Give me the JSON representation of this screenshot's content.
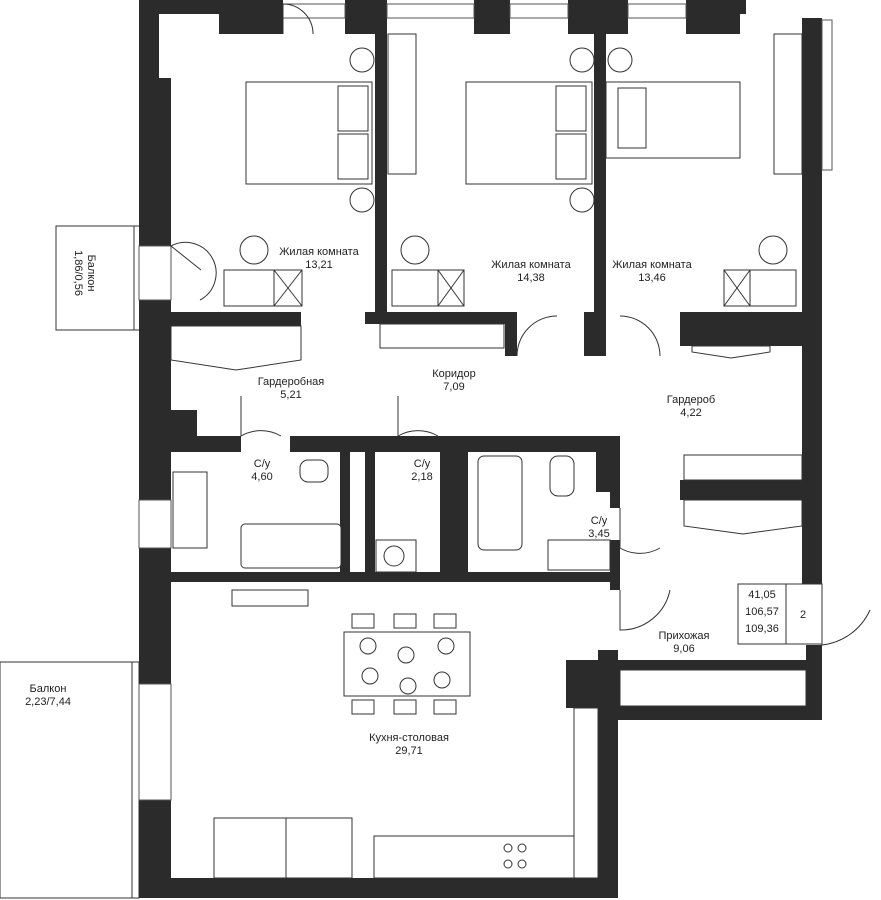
{
  "rooms": [
    {
      "id": "bedroom-1",
      "name": "Жилая комната",
      "area": "13,21"
    },
    {
      "id": "bedroom-2",
      "name": "Жилая комната",
      "area": "14,38"
    },
    {
      "id": "bedroom-3",
      "name": "Жилая комната",
      "area": "13,46"
    },
    {
      "id": "dressing-room",
      "name": "Гардеробная",
      "area": "5,21"
    },
    {
      "id": "corridor",
      "name": "Коридор",
      "area": "7,09"
    },
    {
      "id": "wardrobe",
      "name": "Гардероб",
      "area": "4,22"
    },
    {
      "id": "bathroom-1",
      "name": "С/у",
      "area": "4,60"
    },
    {
      "id": "bathroom-2",
      "name": "С/у",
      "area": "2,18"
    },
    {
      "id": "bathroom-3",
      "name": "С/у",
      "area": "3,45"
    },
    {
      "id": "hallway",
      "name": "Прихожая",
      "area": "9,06"
    },
    {
      "id": "kitchen",
      "name": "Кухня-столовая",
      "area": "29,71"
    },
    {
      "id": "balcony-1",
      "name": "Балкон",
      "area": "1,86/0,56"
    },
    {
      "id": "balcony-2",
      "name": "Балкон",
      "area": "2,23/7,44"
    }
  ],
  "summary": {
    "living_area": "41,05",
    "total_area": "106,57",
    "total_area_with_balcony": "109,36",
    "room_count": "2"
  }
}
